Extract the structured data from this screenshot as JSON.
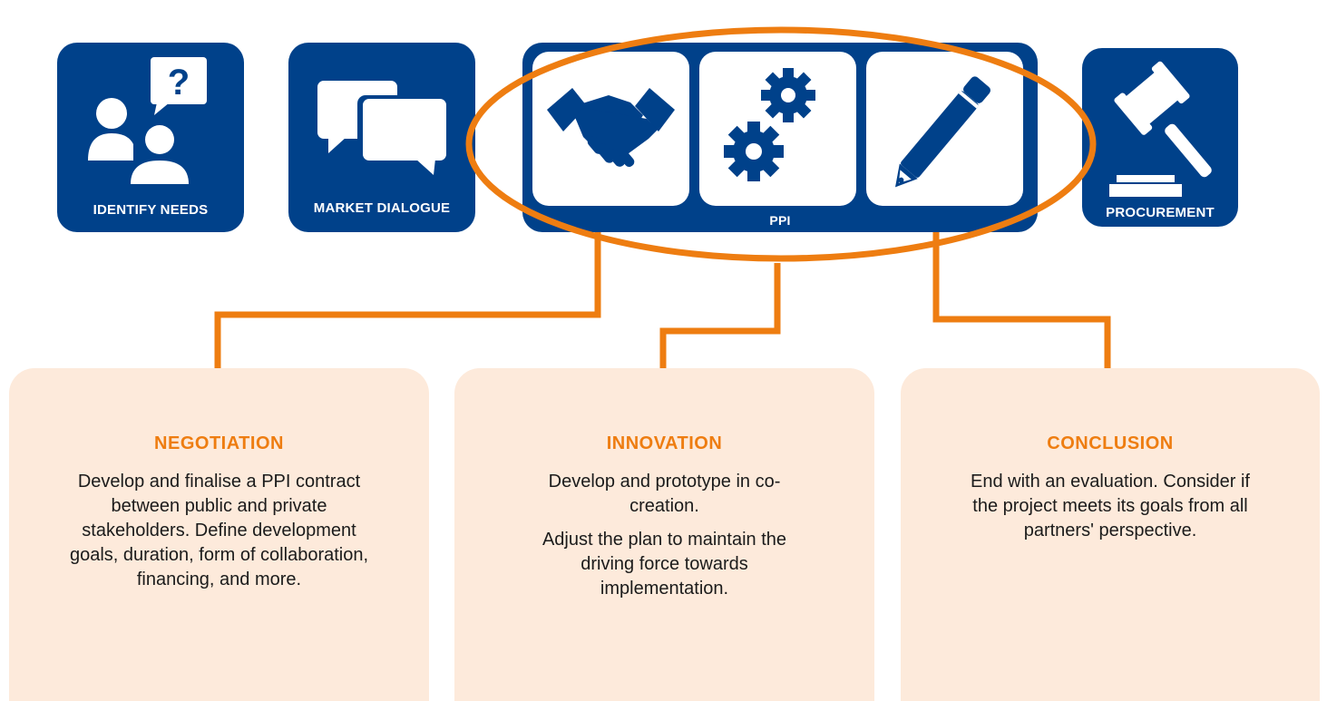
{
  "tiles": {
    "identify": {
      "label": "IDENTIFY NEEDS",
      "icon": "people-question-icon"
    },
    "market": {
      "label": "MARKET DIALOGUE",
      "icon": "speech-bubbles-icon"
    },
    "ppi": {
      "label": "PPI",
      "icons": [
        "handshake-icon",
        "gears-icon",
        "pencil-icon"
      ]
    },
    "procurement": {
      "label": "PROCUREMENT",
      "icon": "gavel-icon"
    }
  },
  "steps": [
    {
      "title": "NEGOTIATION",
      "paragraphs": [
        "Develop and finalise a PPI contract between public and private stakeholders. Define development goals, duration, form of collaboration, financing, and more."
      ]
    },
    {
      "title": "INNOVATION",
      "paragraphs": [
        "Develop and prototype in co-creation.",
        "Adjust the plan to maintain the driving force towards implementation."
      ]
    },
    {
      "title": "CONCLUSION",
      "paragraphs": [
        "End with an evaluation. Consider if the project meets its goals from all partners' perspective."
      ]
    }
  ],
  "colors": {
    "navy": "#00418a",
    "orange": "#ee7d11",
    "peach": "#fdeadb",
    "text": "#1b1b1b"
  }
}
